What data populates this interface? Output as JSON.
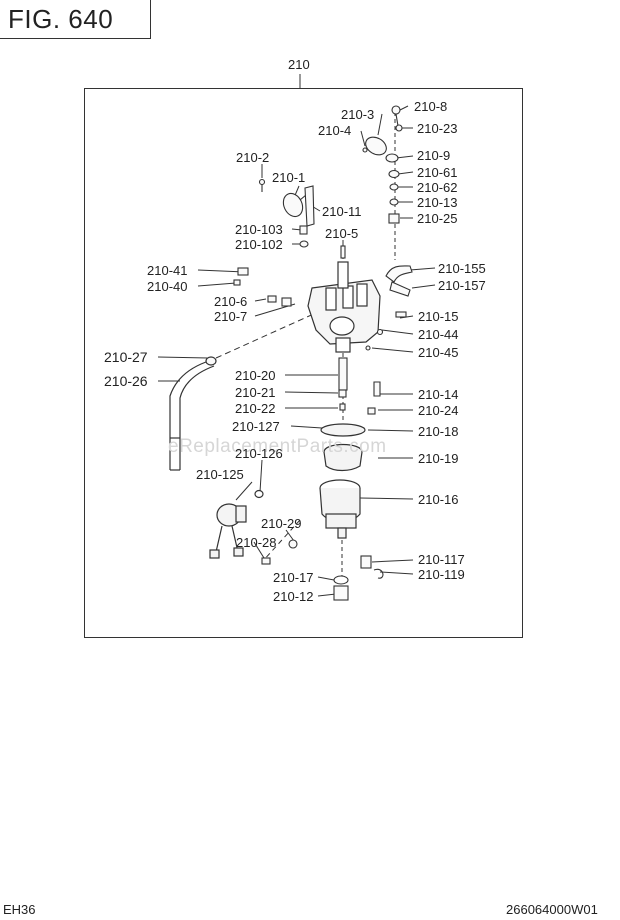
{
  "figure": {
    "title": "FIG. 640"
  },
  "assembly_label": "210",
  "callouts": {
    "c210_8": "210-8",
    "c210_3": "210-3",
    "c210_4": "210-4",
    "c210_23": "210-23",
    "c210_2": "210-2",
    "c210_9": "210-9",
    "c210_1": "210-1",
    "c210_61": "210-61",
    "c210_62": "210-62",
    "c210_13": "210-13",
    "c210_11": "210-11",
    "c210_25": "210-25",
    "c210_103": "210-103",
    "c210_5": "210-5",
    "c210_102": "210-102",
    "c210_41": "210-41",
    "c210_155": "210-155",
    "c210_40": "210-40",
    "c210_157": "210-157",
    "c210_6": "210-6",
    "c210_15": "210-15",
    "c210_7": "210-7",
    "c210_44": "210-44",
    "c210_45": "210-45",
    "c210_27": "210-27",
    "c210_26": "210-26",
    "c210_20": "210-20",
    "c210_14": "210-14",
    "c210_21": "210-21",
    "c210_22": "210-22",
    "c210_24": "210-24",
    "c210_127": "210-127",
    "c210_18": "210-18",
    "c210_126": "210-126",
    "c210_19": "210-19",
    "c210_125": "210-125",
    "c210_16": "210-16",
    "c210_29": "210-29",
    "c210_28": "210-28",
    "c210_117": "210-117",
    "c210_119": "210-119",
    "c210_17": "210-17",
    "c210_12": "210-12"
  },
  "watermark": "eReplacementParts.com",
  "footer": {
    "model": "EH36",
    "doc_number": "266064000W01"
  }
}
